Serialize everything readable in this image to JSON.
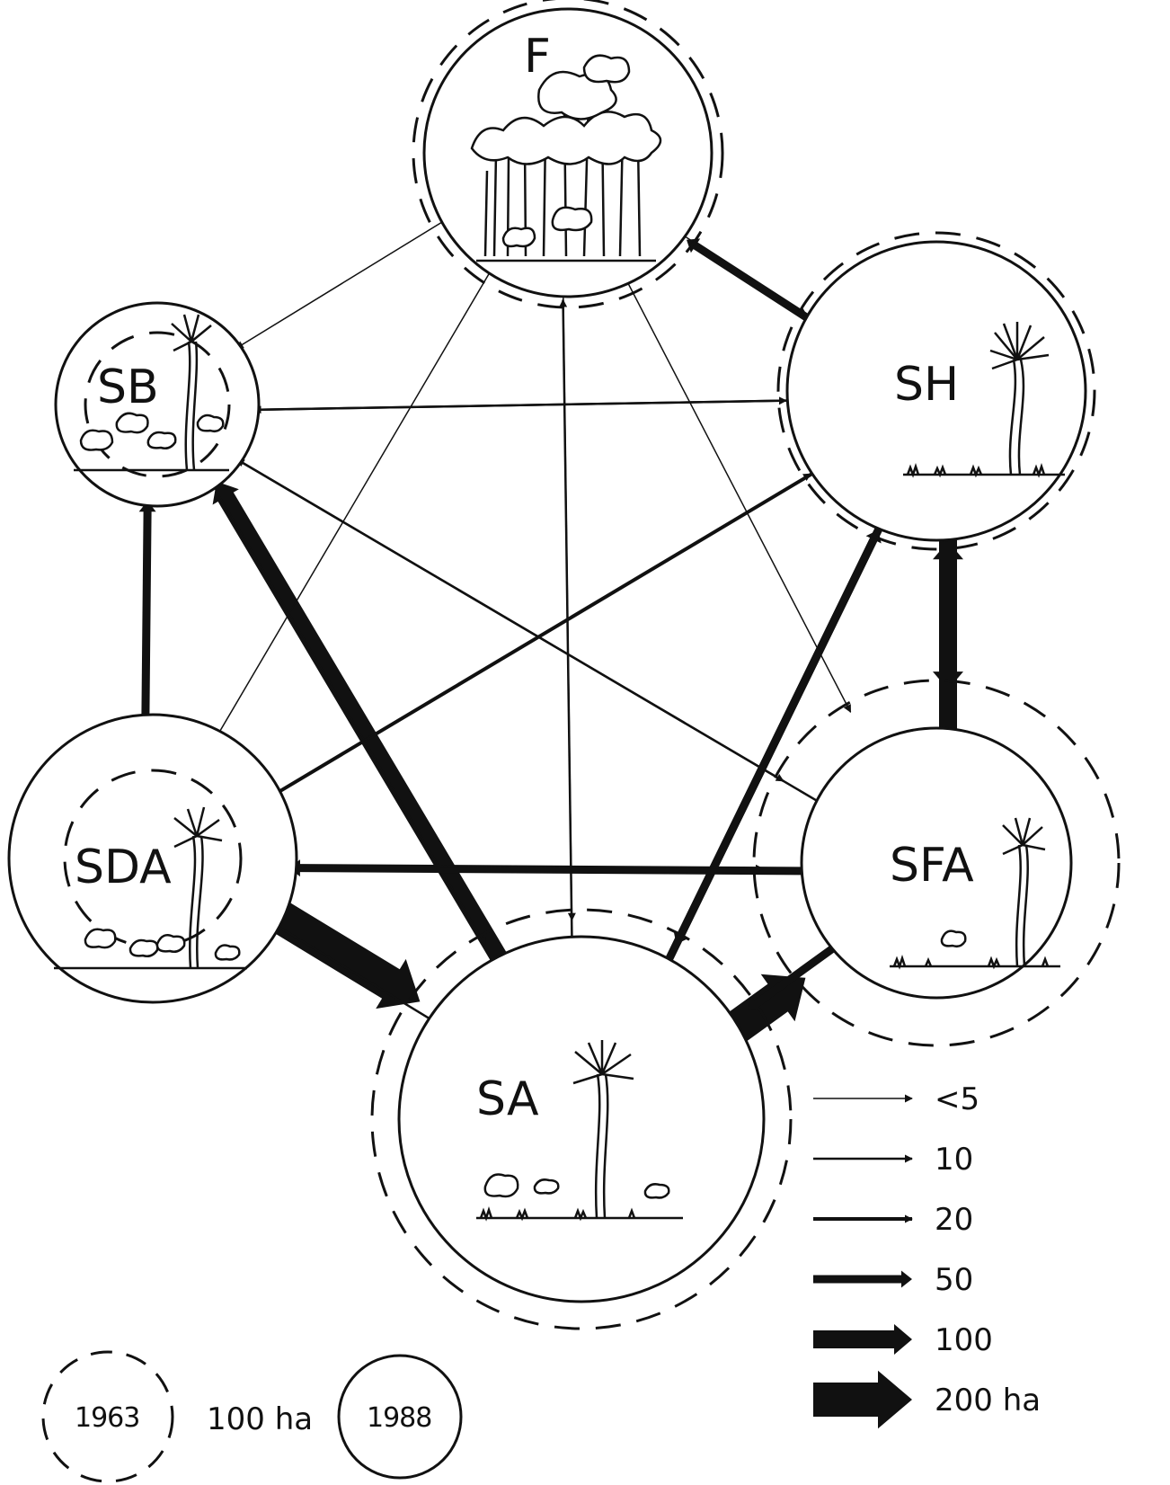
{
  "nodes": [
    {
      "id": "F",
      "label": "F"
    },
    {
      "id": "SH",
      "label": "SH"
    },
    {
      "id": "SB",
      "label": "SB"
    },
    {
      "id": "SDA",
      "label": "SDA"
    },
    {
      "id": "SFA",
      "label": "SFA"
    },
    {
      "id": "SA",
      "label": "SA"
    }
  ],
  "flows": [
    {
      "from": "SH",
      "to": "F",
      "weight": 50
    },
    {
      "from": "F",
      "to": "SH",
      "weight": 5
    },
    {
      "from": "F",
      "to": "SB",
      "weight": 5
    },
    {
      "from": "SB",
      "to": "SH",
      "weight": 10
    },
    {
      "from": "SH",
      "to": "SB",
      "weight": 10
    },
    {
      "from": "SB",
      "to": "SDA",
      "weight": 5
    },
    {
      "from": "SDA",
      "to": "SB",
      "weight": 50
    },
    {
      "from": "SA",
      "to": "SB",
      "weight": 100
    },
    {
      "from": "SB",
      "to": "SA",
      "weight": 5
    },
    {
      "from": "SB",
      "to": "SFA",
      "weight": 10
    },
    {
      "from": "SFA",
      "to": "SB",
      "weight": 10
    },
    {
      "from": "SH",
      "to": "SDA",
      "weight": 20
    },
    {
      "from": "SDA",
      "to": "SH",
      "weight": 5
    },
    {
      "from": "SH",
      "to": "SA",
      "weight": 50
    },
    {
      "from": "SA",
      "to": "SH",
      "weight": 50
    },
    {
      "from": "SH",
      "to": "SFA",
      "weight": 100
    },
    {
      "from": "SFA",
      "to": "SH",
      "weight": 100
    },
    {
      "from": "F",
      "to": "SDA",
      "weight": 5
    },
    {
      "from": "SA",
      "to": "F",
      "weight": 10
    },
    {
      "from": "F",
      "to": "SA",
      "weight": 5
    },
    {
      "from": "F",
      "to": "SFA",
      "weight": 5
    },
    {
      "from": "SFA",
      "to": "SDA",
      "weight": 50
    },
    {
      "from": "SDA",
      "to": "SFA",
      "weight": 5
    },
    {
      "from": "SDA",
      "to": "SA",
      "weight": 200
    },
    {
      "from": "SA",
      "to": "SDA",
      "weight": 10
    },
    {
      "from": "SA",
      "to": "SFA",
      "weight": 200
    },
    {
      "from": "SFA",
      "to": "SA",
      "weight": 50
    }
  ],
  "legend": {
    "arrows": [
      {
        "label": "<5",
        "weight": 5
      },
      {
        "label": "10",
        "weight": 10
      },
      {
        "label": "20",
        "weight": 20
      },
      {
        "label": "50",
        "weight": 50
      },
      {
        "label": "100",
        "weight": 100
      },
      {
        "label": "200 ha",
        "weight": 200
      }
    ],
    "circle_1963_label": "1963",
    "circle_scale_label": "100 ha",
    "circle_1988_label": "1988"
  }
}
